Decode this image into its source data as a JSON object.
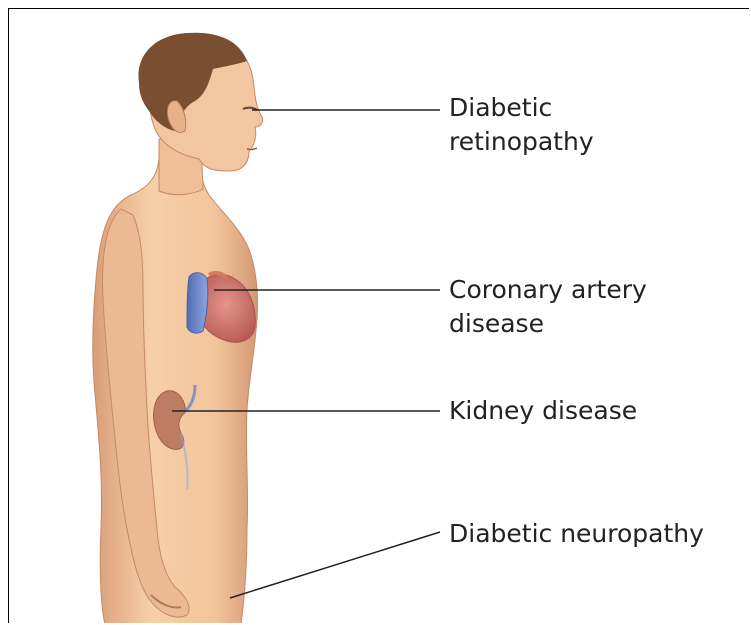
{
  "labels": {
    "retinopathy": [
      "Diabetic",
      "retinopathy"
    ],
    "coronary": [
      "Coronary artery",
      "disease"
    ],
    "kidney": [
      "Kidney disease"
    ],
    "neuropathy": [
      "Diabetic neuropathy"
    ]
  },
  "colors": {
    "skin": "#f0c59d",
    "skin_shadow": "#c98d68",
    "hair": "#7a4e31",
    "heart": "#cf6b66",
    "vessel": "#6b87c9",
    "kidney": "#b57058",
    "line": "#222222"
  }
}
